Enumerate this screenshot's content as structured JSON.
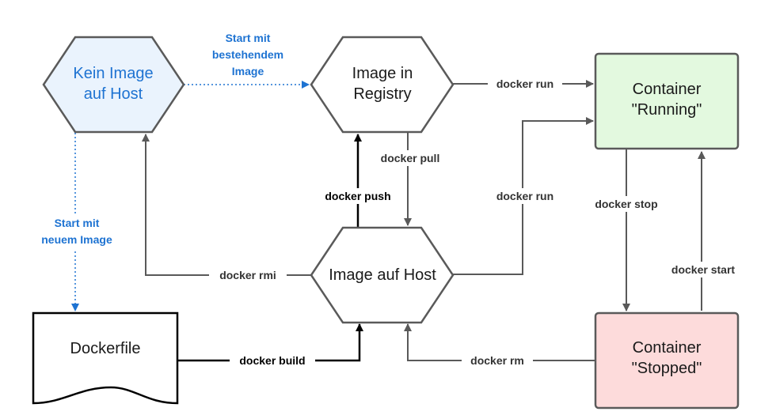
{
  "colors": {
    "node_stroke": "#5a5a5a",
    "edge": "#595959",
    "edge_dark": "#000000",
    "blue": "#1e73d2",
    "no_image_fill": "#eaf3fd",
    "running_fill": "#e3f9df",
    "stopped_fill": "#fddbdb"
  },
  "nodes": {
    "no_image": {
      "line1": "Kein Image",
      "line2": "auf Host"
    },
    "registry": {
      "line1": "Image in",
      "line2": "Registry"
    },
    "host": {
      "line1": "Image auf Host"
    },
    "running": {
      "line1": "Container",
      "line2": "\"Running\""
    },
    "stopped": {
      "line1": "Container",
      "line2": "\"Stopped\""
    },
    "dockerfile": {
      "line1": "Dockerfile"
    }
  },
  "edges": {
    "start_existing": {
      "line1": "Start mit",
      "line2": "bestehendem",
      "line3": "Image"
    },
    "start_new": {
      "line1": "Start mit",
      "line2": "neuem Image"
    },
    "run_registry": "docker run",
    "run_host": "docker run",
    "pull": "docker pull",
    "push": "docker push",
    "rmi": "docker rmi",
    "build": "docker build",
    "rm": "docker rm",
    "stop": "docker stop",
    "start": "docker start"
  }
}
